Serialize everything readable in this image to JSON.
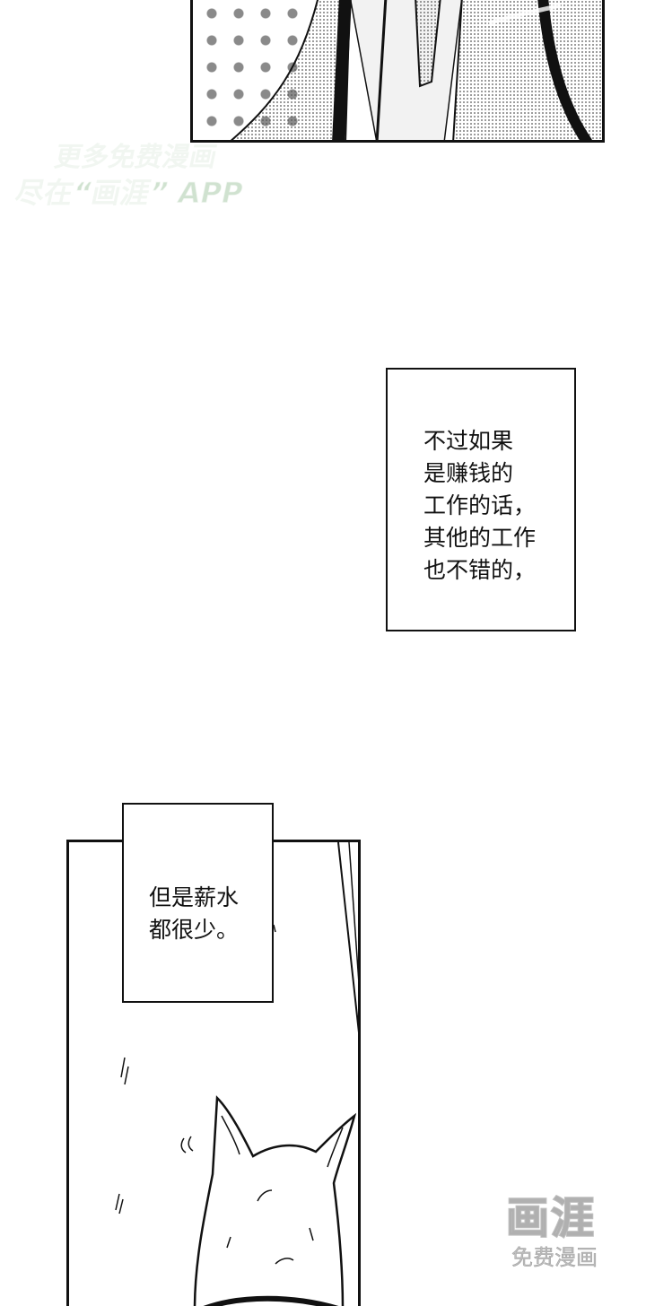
{
  "captions": {
    "first": "不过如果\n是赚钱的\n工作的话，\n其他的工作\n也不错的，",
    "second": "但是薪水\n都很少。"
  },
  "watermark": {
    "line1": "更多免费漫画",
    "line2": "尽在“画涯” APP"
  },
  "logo": {
    "main": "画涯",
    "sub": "免费漫画"
  },
  "colors": {
    "ink": "#111111",
    "watermark_green": "#96be96"
  }
}
